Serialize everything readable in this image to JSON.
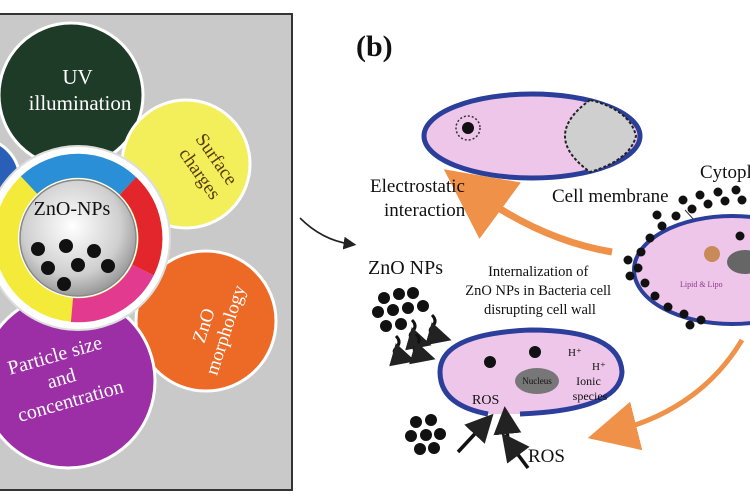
{
  "panel_a": {
    "factors": {
      "uv": [
        "UV",
        "illumination"
      ],
      "surface": [
        "Surface",
        "charges"
      ],
      "morphology": [
        "ZnO",
        "morphology"
      ],
      "particle": [
        "Particle size",
        "and",
        "concentration"
      ]
    },
    "center_label": "ZnO-NPs"
  },
  "panel_b": {
    "label": "(b)",
    "electrostatic": [
      "Electrostatic",
      "interaction"
    ],
    "cell_membrane": "Cell membrane",
    "cytoplasm": "Cytopl",
    "zno_nps": "ZnO NPs",
    "internalization": [
      "Internalization of",
      "ZnO NPs in Bacteria cell",
      "disrupting cell wall"
    ],
    "ros_inner": "ROS",
    "nucleus": "Nucleus",
    "ionic": [
      "Ionic",
      "species"
    ],
    "h_plus": "H⁺",
    "ros_outer": "ROS"
  },
  "colors": {
    "panel_bg": "#c9c9c9",
    "uv": "#1d3b26",
    "surface": "#f2ef5a",
    "morphology": "#ec6a25",
    "particle": "#9c2fa6",
    "ring_red": "#e2262c",
    "ring_blue": "#2a8fd6",
    "ring_magenta": "#e23a8f",
    "ring_yellow": "#f4ea3a",
    "cell_fill": "#eec6ea",
    "cell_stroke": "#2b3f9a",
    "arrow_orange": "#f0914a"
  }
}
